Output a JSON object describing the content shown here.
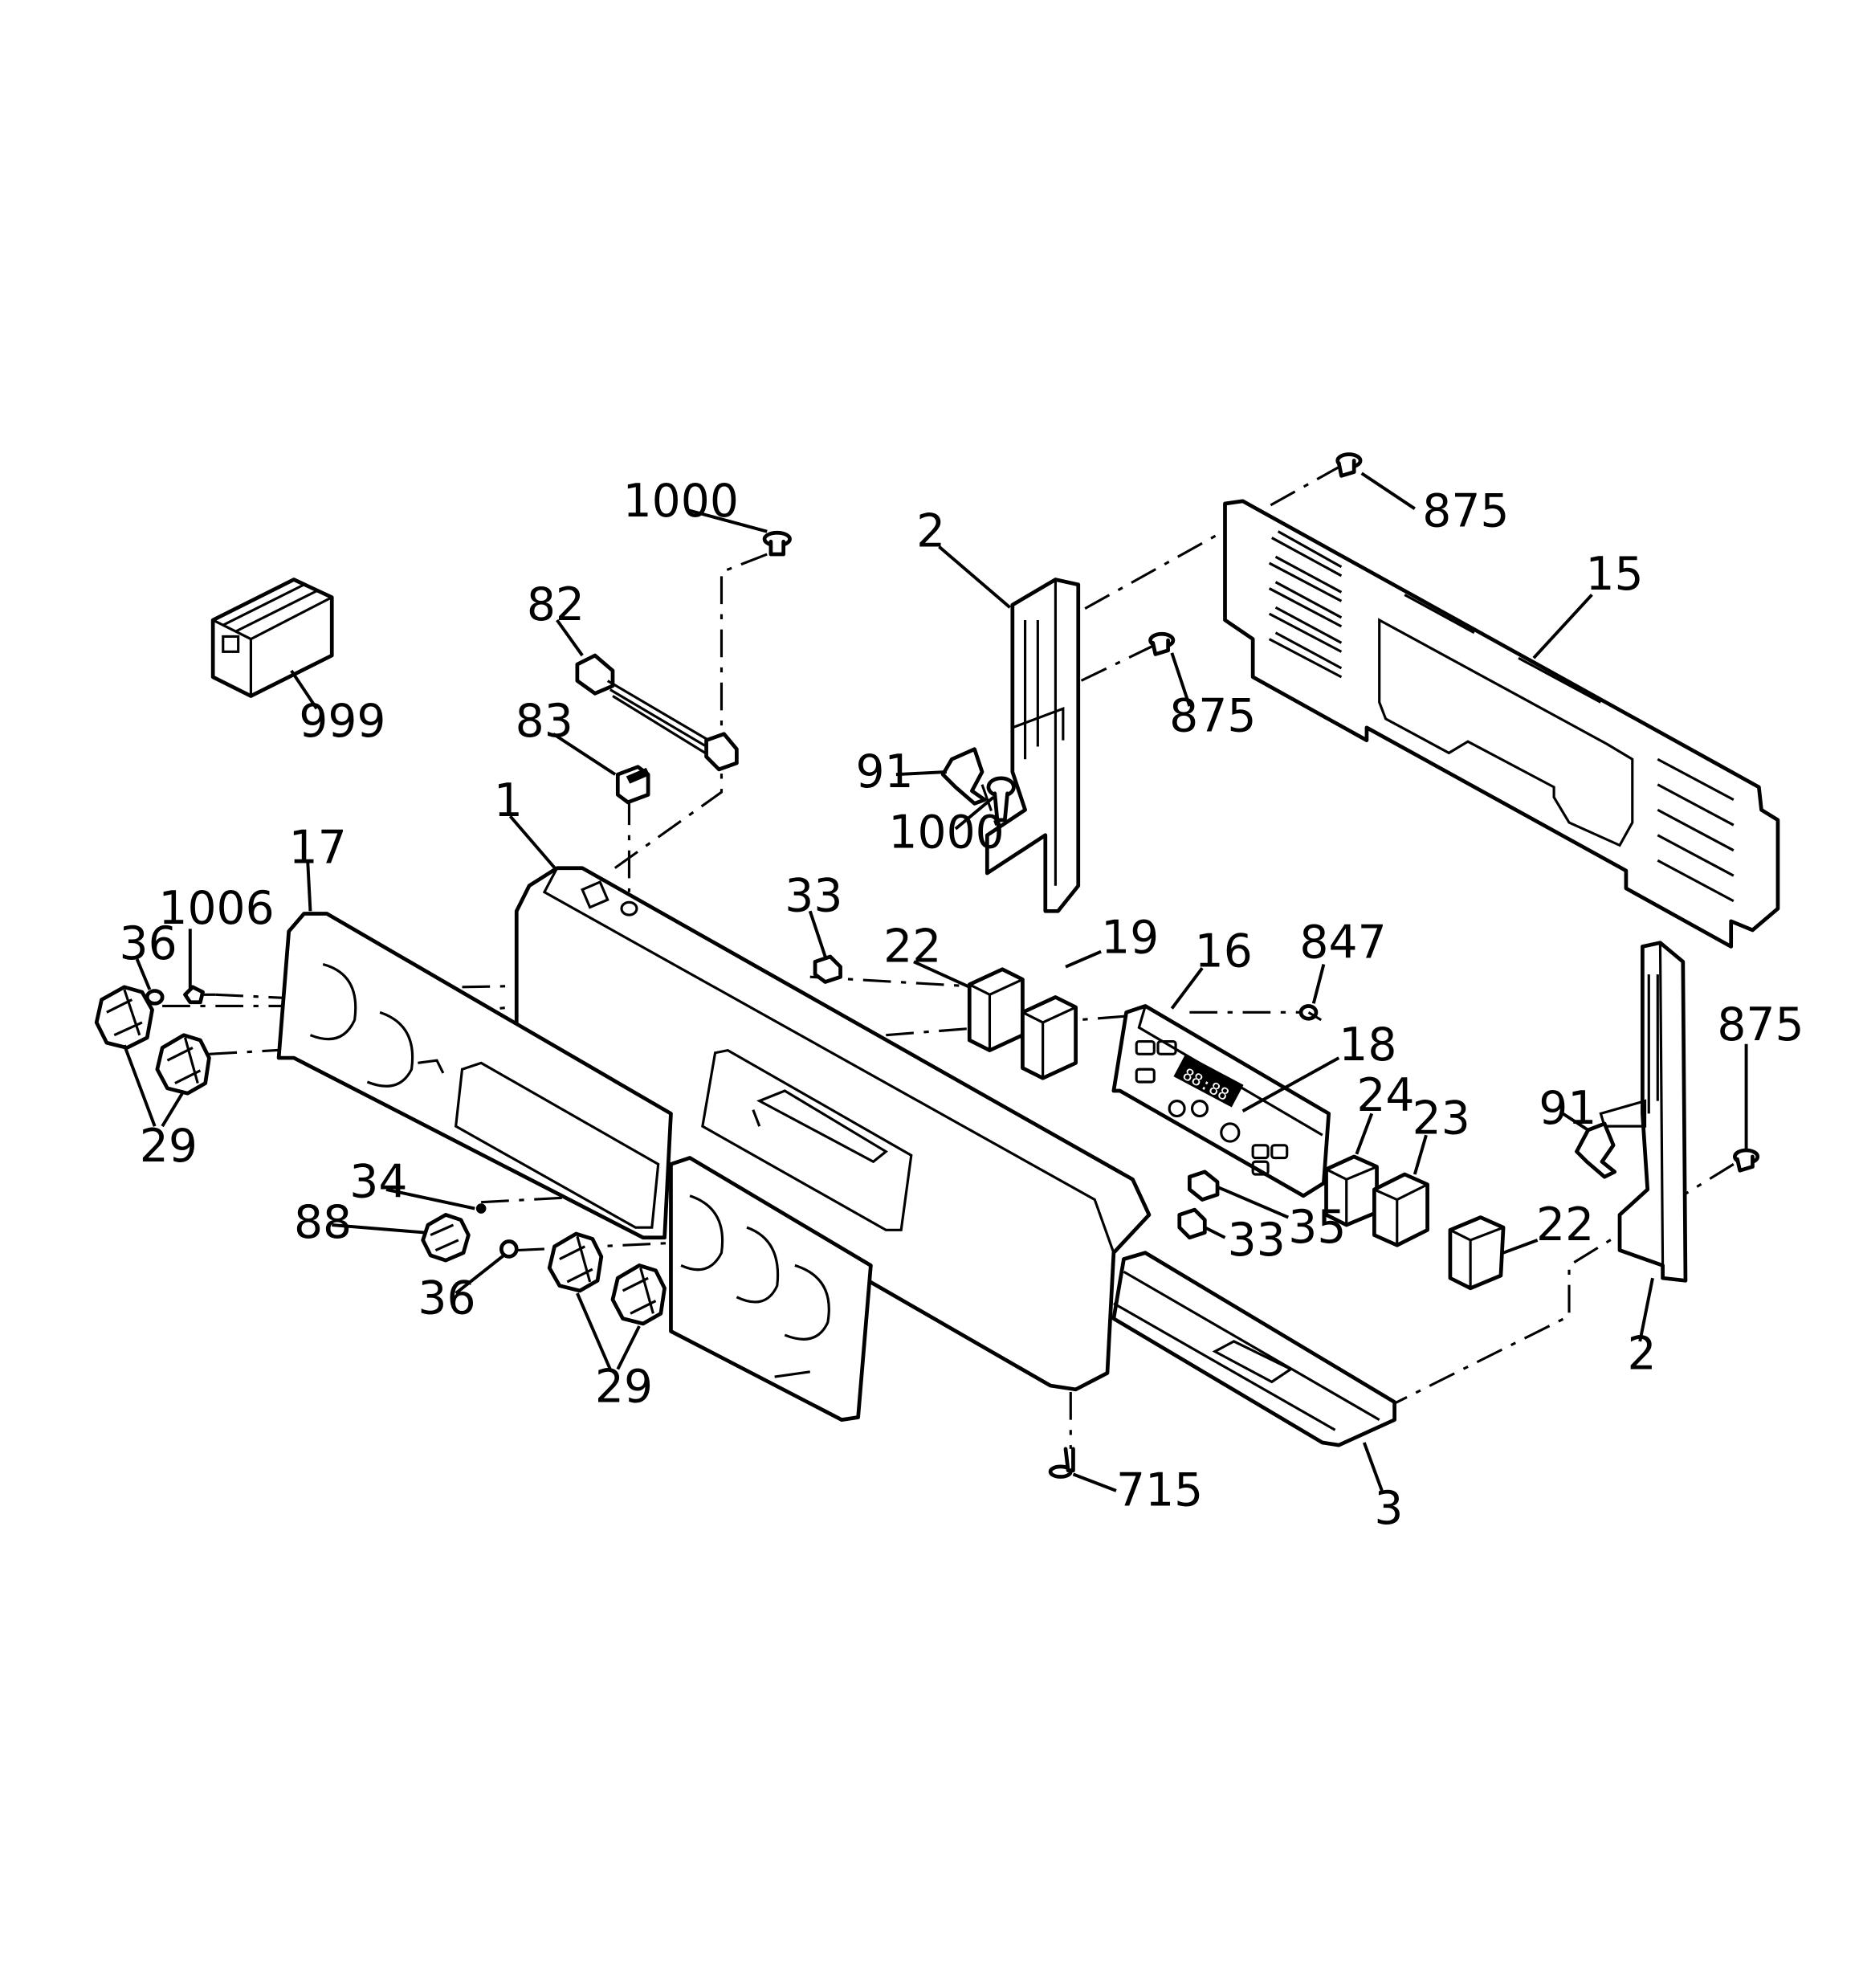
{
  "callouts": {
    "c1000a": "1000",
    "c82": "82",
    "c83": "83",
    "c999": "999",
    "c2a": "2",
    "c91a": "91",
    "c1000b": "1000",
    "c875a": "875",
    "c875b": "875",
    "c15": "15",
    "c1": "1",
    "c17": "17",
    "c1006": "1006",
    "c36a": "36",
    "c29a": "29",
    "c33a": "33",
    "c22a": "22",
    "c19": "19",
    "c16": "16",
    "c847": "847",
    "c18": "18",
    "c24": "24",
    "c23": "23",
    "c875c": "875",
    "c91b": "91",
    "c35": "35",
    "c33b": "33",
    "c22b": "22",
    "c2b": "2",
    "c34": "34",
    "c88": "88",
    "c36b": "36",
    "c29b": "29",
    "c715": "715",
    "c3": "3"
  },
  "display_digits": "88:88"
}
